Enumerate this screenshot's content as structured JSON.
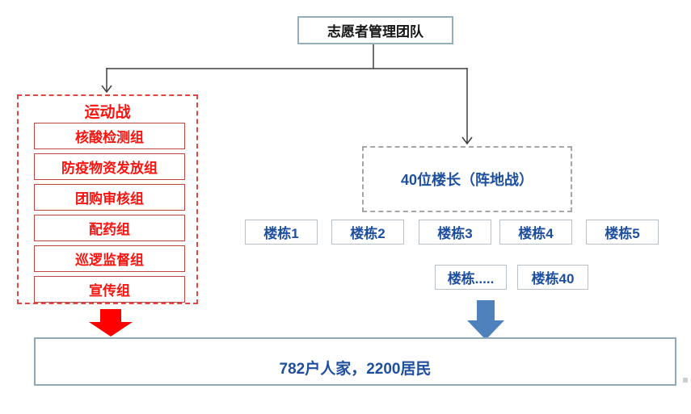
{
  "diagram": {
    "root_label": "志愿者管理团队",
    "mobile_group": {
      "title": "运动战",
      "items": [
        "核酸检测组",
        "防疫物资发放组",
        "团购审核组",
        "配药组",
        "巡逻监督组",
        "宣传组"
      ]
    },
    "position_group": {
      "title": "40位楼长（阵地战）",
      "buildings_row1": [
        "楼栋1",
        "楼栋2",
        "楼栋3",
        "楼栋4",
        "楼栋5"
      ],
      "buildings_row2": [
        "楼栋.....",
        "楼栋40"
      ]
    },
    "bottom_label": "782户人家，2200居民",
    "colors": {
      "red_text": "#fa1410",
      "red_item_border": "#bf4540",
      "red_dashed_border": "#e04742",
      "gray_dashed_border": "#a6a6a6",
      "blue_text": "#1d4f9e",
      "blue_arrow": "#4f81bd",
      "red_arrow": "#fe0000",
      "connector": "#3f3f3f",
      "building_border": "#b9c0c5",
      "top_box_border": "#96aebc",
      "bottom_box_border": "#8fa9b6"
    }
  }
}
